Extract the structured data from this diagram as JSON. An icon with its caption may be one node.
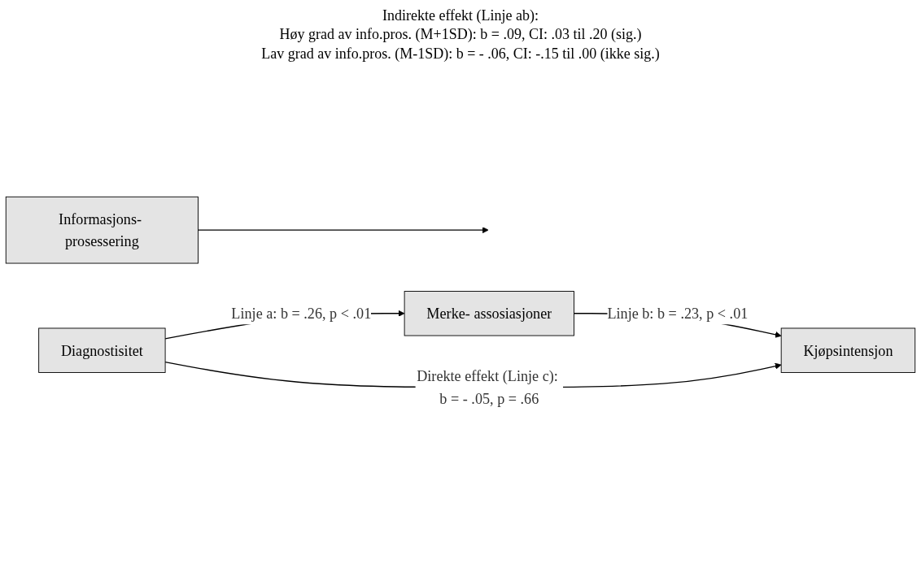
{
  "diagram": {
    "nodes": [
      {
        "text": [
          "Informasjons- prosessering"
        ]
      },
      {
        "text": [
          "Merke- assosiasjoner"
        ]
      },
      {
        "text": [
          "Diagnostisitet"
        ]
      },
      {
        "text": [
          "Kjøpsintensjon"
        ]
      }
    ],
    "edges": [
      {
        "from": 0,
        "to": null,
        "arrow": "to"
      },
      {
        "from": 2,
        "to": 1,
        "label": "Linje a: b = .26, p < .01",
        "arrow": "to"
      },
      {
        "from": 1,
        "to": 3,
        "label": "Linje b: b = .23, p < .01",
        "arrow": "to"
      },
      {
        "from": 2,
        "to": 3,
        "label": "Direkte effekt (Linje c): b = - .05, p = .66",
        "arrow": "to"
      }
    ],
    "labels": [
      "Indirekte effekt (Linje ab):",
      "Høy grad av info.pros. (M+1SD): b = .09, CI: .03 til .20 (sig.)",
      "Lav grad av info.pros. (M-1SD): b = - .06, CI: -.15 til .00 (ikke sig.)"
    ]
  }
}
